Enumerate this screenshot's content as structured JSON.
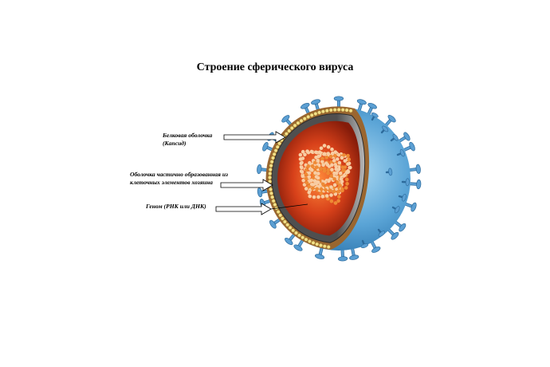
{
  "title": "Строение сферического вируса",
  "labels": {
    "capsid": {
      "line1": "Белковая оболочка",
      "line2": "(Капсид)"
    },
    "envelope": {
      "line1": "Оболочка частично образованная из",
      "line2": "клеточных элементов хозяина"
    },
    "genome": {
      "line1": "Геном (РНК или ДНК)"
    }
  },
  "colors": {
    "background": "#ffffff",
    "text": "#000000",
    "sphere_light": "#a9d8f2",
    "sphere_mid": "#5aa4d6",
    "sphere_dark": "#2f78b0",
    "spike": "#5b9fd3",
    "spike_outline": "#2d6b9c",
    "envelope": "#9a6630",
    "bead": "#f3e08a",
    "bead_outline": "#a88a30",
    "capsid_dark": "#4f4f4f",
    "capsid_light": "#b8b8b8",
    "capsid_outline": "#2b2b2b",
    "interior_center": "#ff8a3a",
    "interior_mid": "#d8411a",
    "interior_edge": "#851c0a",
    "genome_light": "#f8cda3",
    "genome_dark": "#ee8a34",
    "genome_thread": "#d86a28"
  }
}
